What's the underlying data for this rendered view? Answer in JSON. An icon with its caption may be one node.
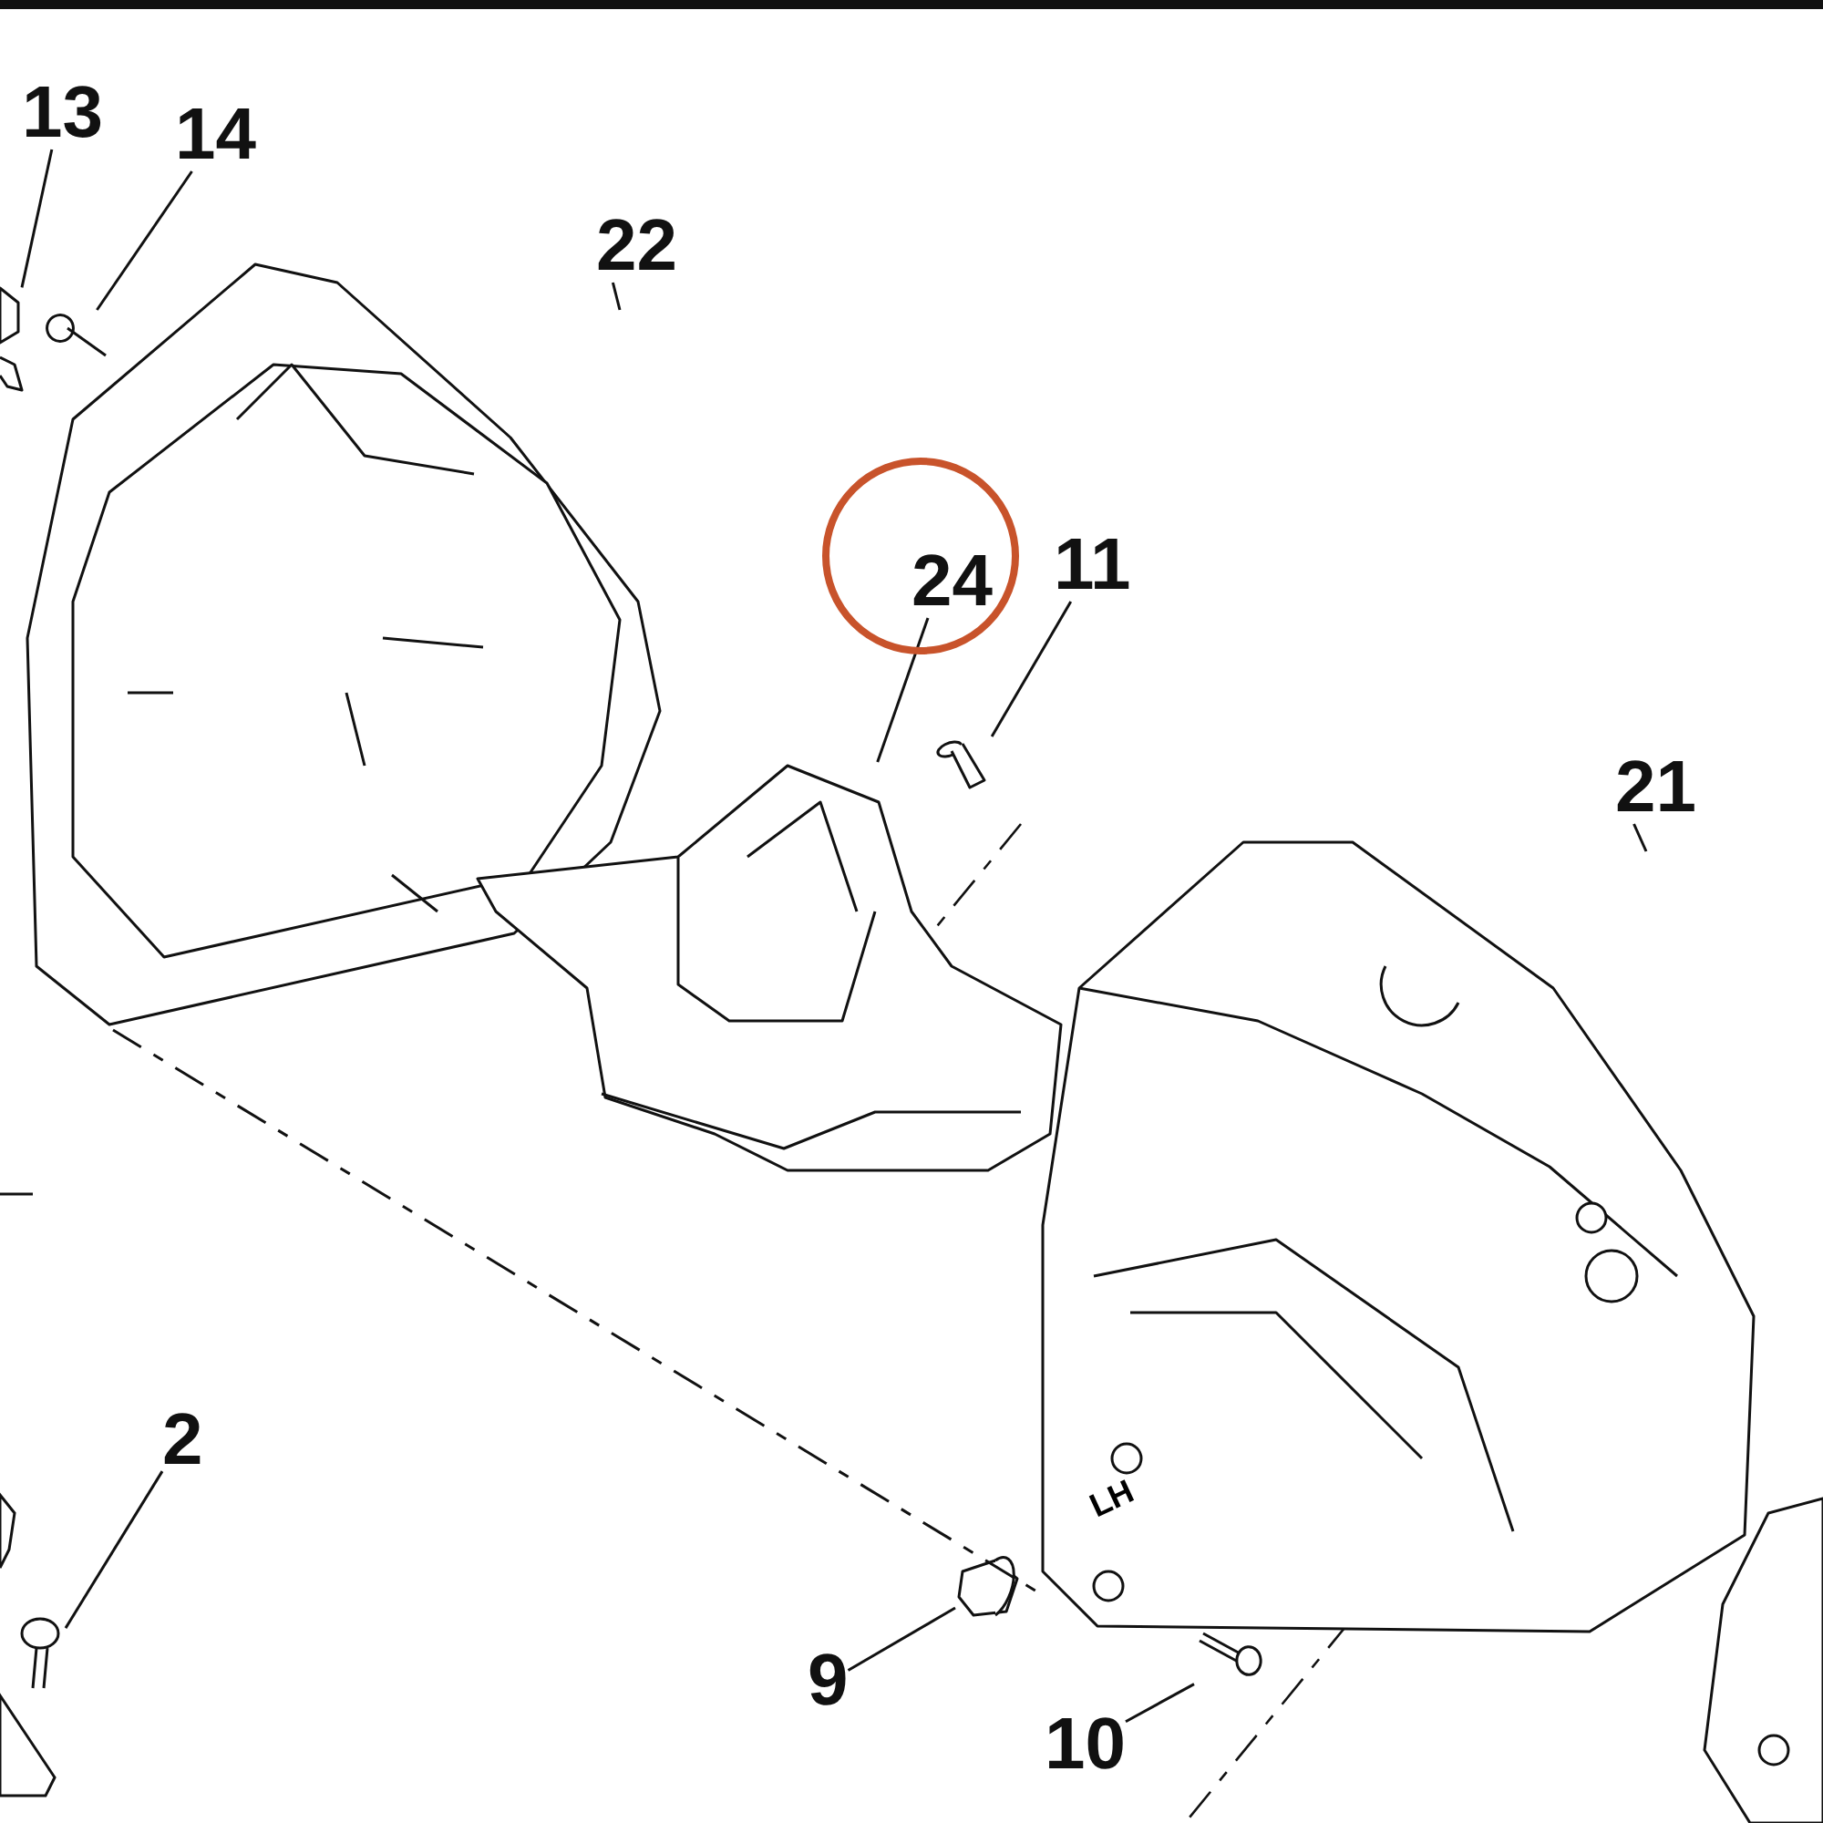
{
  "diagram": {
    "nodes": [
      {
        "text": [
          "13"
        ]
      },
      {
        "text": [
          "14"
        ]
      },
      {
        "text": [
          "22"
        ]
      },
      {
        "text": [
          "24"
        ]
      },
      {
        "text": [
          "11"
        ]
      },
      {
        "text": [
          "21"
        ]
      },
      {
        "text": [
          "2"
        ]
      },
      {
        "text": [
          "9"
        ]
      },
      {
        "text": [
          "10"
        ]
      },
      {
        "text": [],
        "shape": "picture"
      },
      {
        "text": [],
        "shape": "picture"
      },
      {
        "text": [],
        "shape": "picture"
      },
      {
        "text": [],
        "shape": "picture"
      },
      {
        "text": [],
        "shape": "picture"
      },
      {
        "text": [],
        "shape": "picture"
      },
      {
        "text": [],
        "shape": "picture"
      },
      {
        "text": [],
        "shape": "picture"
      },
      {
        "text": [],
        "shape": "picture"
      }
    ],
    "edges": [
      {
        "from": 0,
        "to": 9,
        "arrow": "none"
      },
      {
        "from": 1,
        "to": 10,
        "arrow": "none"
      },
      {
        "from": 2,
        "to": 11,
        "arrow": "none"
      },
      {
        "from": 3,
        "to": 12,
        "arrow": "none"
      },
      {
        "from": 4,
        "to": 13,
        "arrow": "none"
      },
      {
        "from": 5,
        "to": 14,
        "arrow": "none"
      },
      {
        "from": 6,
        "to": 15,
        "arrow": "none"
      },
      {
        "from": 7,
        "to": 16,
        "arrow": "none"
      },
      {
        "from": 8,
        "to": 17,
        "arrow": "none"
      },
      {
        "from": 11,
        "to": 14,
        "arrow": "none",
        "style": "dashed"
      }
    ],
    "labels": [
      "LH"
    ]
  }
}
